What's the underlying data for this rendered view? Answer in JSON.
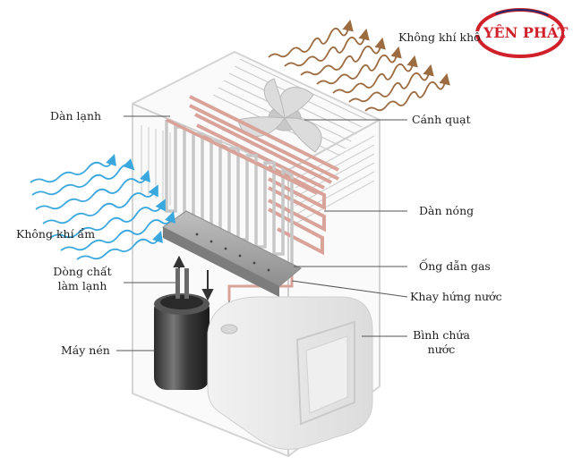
{
  "labels": {
    "dry_air": "Không khí khô",
    "evaporator": "Dàn lạnh",
    "fan": "Cánh quạt",
    "humid_air": "Không khí ẩm",
    "condenser": "Dàn nóng",
    "refrigerant_line1": "Dòng chất",
    "refrigerant_line2": "làm lạnh",
    "gas_pipe": "Ống dẫn gas",
    "drip_tray": "Khay hứng nước",
    "compressor": "Máy nén",
    "water_tank_line1": "Bình chứa",
    "water_tank_line2": "nước"
  },
  "logo": {
    "text": "YÊN PHÁT",
    "color": "#d0202a"
  },
  "colors": {
    "warm_air": "#9c6b3f",
    "cool_air": "#3aa7de",
    "pipe": "#d9a39a",
    "cabinet": "#d8d8d8"
  }
}
